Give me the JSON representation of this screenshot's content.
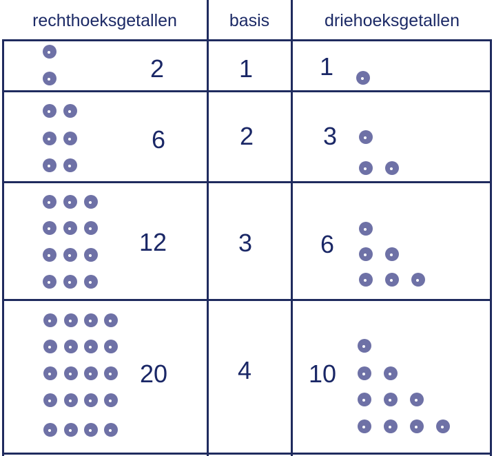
{
  "headers": {
    "rect": "rechthoeksgetallen",
    "base": "basis",
    "tri": "driehoeksgetallen"
  },
  "rows": [
    {
      "rect": "2",
      "base": "1",
      "tri": "1",
      "n": 1
    },
    {
      "rect": "6",
      "base": "2",
      "tri": "3",
      "n": 2
    },
    {
      "rect": "12",
      "base": "3",
      "tri": "6",
      "n": 3
    },
    {
      "rect": "20",
      "base": "4",
      "tri": "10",
      "n": 4
    }
  ],
  "colors": {
    "line": "#1f2b5e",
    "dot": "#6e71a6",
    "text": "#1a2766"
  }
}
